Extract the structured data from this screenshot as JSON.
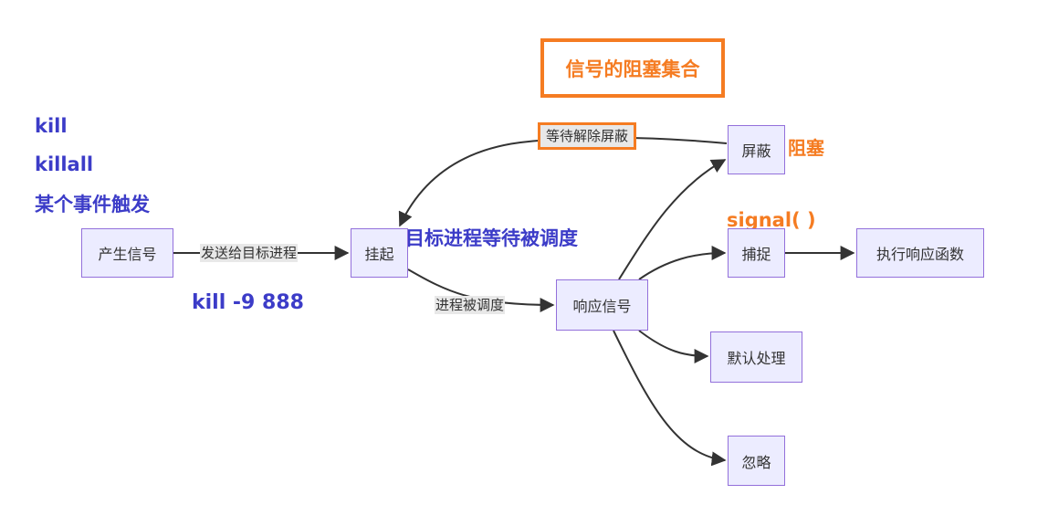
{
  "nodes": {
    "generate": "产生信号",
    "pending": "挂起",
    "respond": "响应信号",
    "block": "屏蔽",
    "catch": "捕捉",
    "execute": "执行响应函数",
    "default": "默认处理",
    "ignore": "忽略"
  },
  "edges": {
    "send_to_target": "发送给目标进程",
    "scheduled": "进程被调度",
    "wait_unblock": "等待解除屏蔽"
  },
  "annotations": {
    "block_set_title": "信号的阻塞集合",
    "kill": "kill",
    "killall": "killall",
    "event": "某个事件触发",
    "kill_cmd": "kill -9 888",
    "target_wait": "目标进程等待被调度",
    "blocked": "阻塞",
    "signal_fn": "signal(  )"
  },
  "colors": {
    "node_fill": "#ECECFF",
    "node_border": "#9370DB",
    "edge": "#333333",
    "annotation_blue": "#3C3CC8",
    "annotation_orange": "#F57C22"
  }
}
